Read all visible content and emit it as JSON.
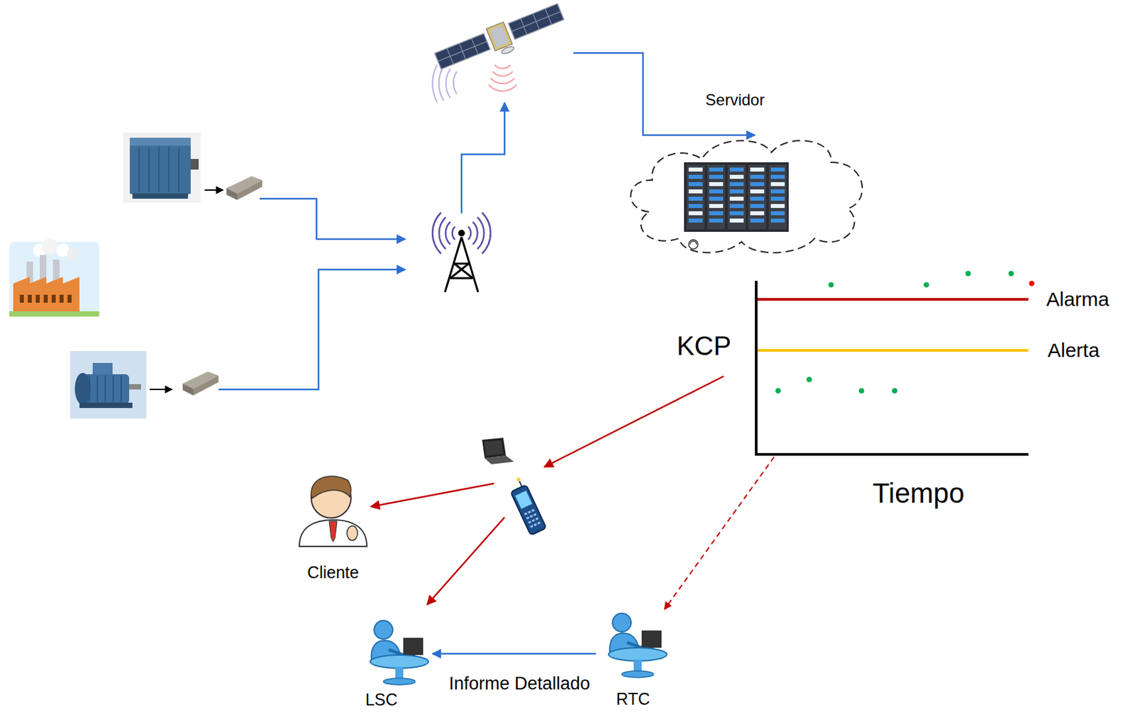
{
  "diagram": {
    "nodes": [
      {
        "text": [
          "Servidor"
        ]
      },
      {
        "text": [
          "KCP",
          "Tiempo"
        ]
      },
      {
        "text": [
          "Cliente"
        ]
      },
      {
        "text": [
          "LSC"
        ]
      },
      {
        "text": [
          "RTC"
        ]
      }
    ],
    "edges": [
      {
        "from": 4,
        "to": 3,
        "arrow": "to",
        "label": "Informe Detallado"
      },
      {
        "from": 1,
        "to": 4,
        "arrow": "to"
      }
    ],
    "labels": [
      "Alarma",
      "Alerta"
    ]
  }
}
